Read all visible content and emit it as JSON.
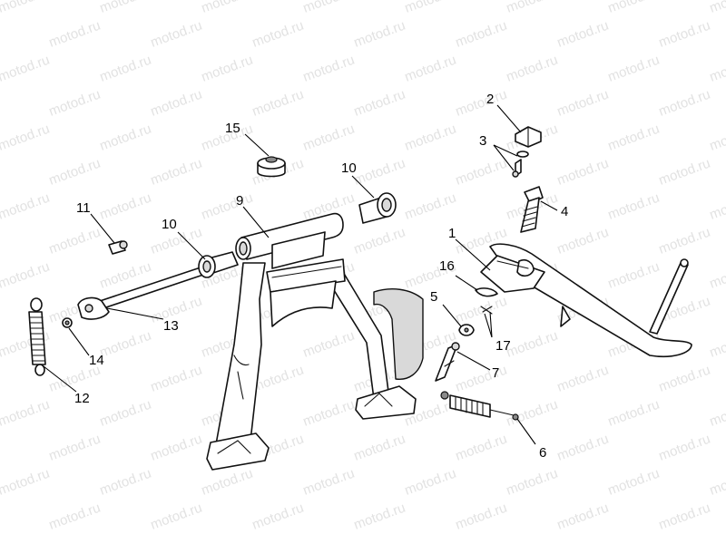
{
  "watermark": {
    "text": "motod.ru",
    "color": "#e2e2e2"
  },
  "callouts": {
    "n1": "1",
    "n2": "2",
    "n3": "3",
    "n4": "4",
    "n5": "5",
    "n6": "6",
    "n7": "7",
    "n9": "9",
    "n10a": "10",
    "n10b": "10",
    "n11": "11",
    "n12": "12",
    "n13": "13",
    "n14": "14",
    "n15": "15",
    "n16": "16",
    "n17": "17"
  }
}
